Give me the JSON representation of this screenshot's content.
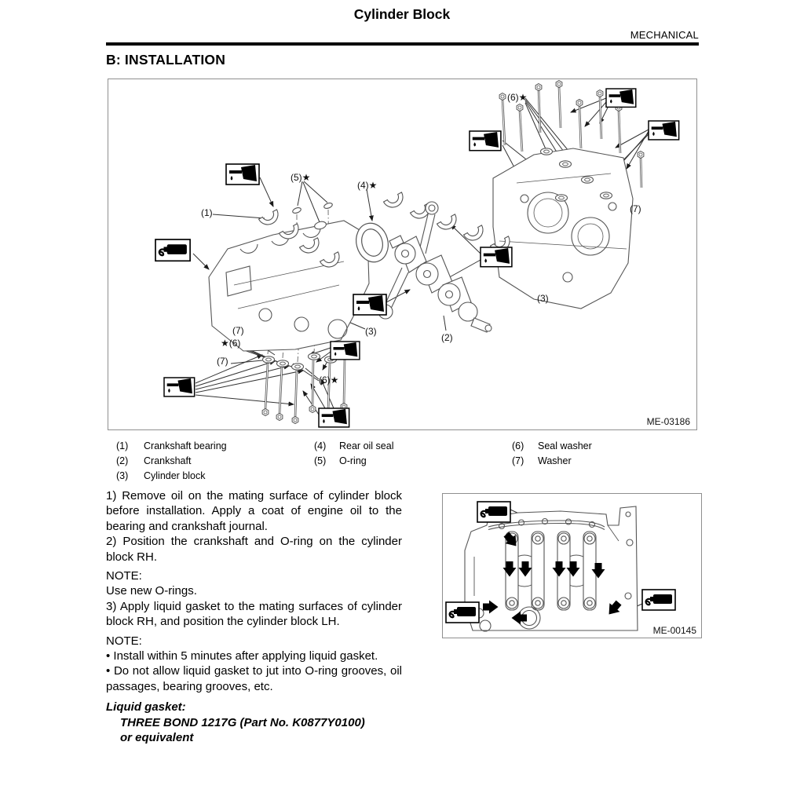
{
  "page": {
    "title": "Cylinder Block",
    "section": "MECHANICAL",
    "heading": "B:  INSTALLATION"
  },
  "figure1": {
    "code": "ME-03186",
    "oil_icon": "oil-can-icon",
    "gasket_icon": "gasket-tube-icon",
    "callouts": [
      "(1)",
      "(2)",
      "(3)",
      "(3)",
      "(4)★",
      "(5)★",
      "(6)★",
      "★(6)",
      "(6)★",
      "(7)",
      "(7)",
      "(7)"
    ]
  },
  "legend": {
    "items": [
      {
        "num": "(1)",
        "label": "Crankshaft bearing"
      },
      {
        "num": "(2)",
        "label": "Crankshaft"
      },
      {
        "num": "(3)",
        "label": "Cylinder block"
      },
      {
        "num": "(4)",
        "label": "Rear oil seal"
      },
      {
        "num": "(5)",
        "label": "O-ring"
      },
      {
        "num": "(6)",
        "label": "Seal washer"
      },
      {
        "num": "(7)",
        "label": "Washer"
      }
    ]
  },
  "instructions": {
    "step1": "1) Remove oil on the mating surface of cylinder block before installation. Apply a coat of engine oil to the bearing and crankshaft journal.",
    "step2": "2) Position the crankshaft and O-ring on the cylinder block RH.",
    "note1_title": "NOTE:",
    "note1_body": "Use new O-rings.",
    "step3": "3) Apply liquid gasket to the mating surfaces of cylinder block RH, and position the cylinder block LH.",
    "note2_title": "NOTE:",
    "bullets": [
      "•  Install within 5 minutes after applying liquid gasket.",
      "•  Do not allow liquid gasket to jut into O-ring grooves, oil passages, bearing grooves, etc."
    ]
  },
  "spec": {
    "title": "Liquid gasket:",
    "line1": "THREE BOND 1217G (Part No. K0877Y0100)",
    "line2": "or equivalent"
  },
  "figure2": {
    "code": "ME-00145"
  }
}
